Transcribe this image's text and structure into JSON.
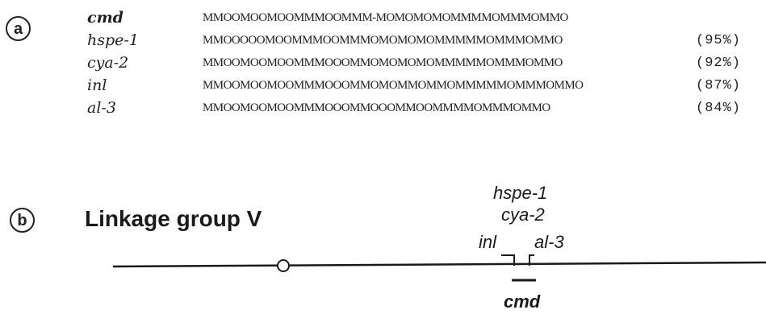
{
  "panel_a": {
    "label": "a",
    "rows": [
      {
        "gene": "cmd",
        "sequence": "MMOOMOOMOOMMMOOMMM-MOMOMOMOMMMMOMMMOMMO",
        "percent": ""
      },
      {
        "gene": "hspe-1",
        "sequence": "MMOOOOOMOOMMMOOMMMOMOMOMOMMMMMOMMMOMMO",
        "percent": "(95%)"
      },
      {
        "gene": "cya-2",
        "sequence": "MMOOMOOMOOMMMOOOMMOMOMOMOMMMMMOMMMOMMO",
        "percent": "(92%)"
      },
      {
        "gene": "inl",
        "sequence": "MMOOMOOMOOMMMOOOMMOMOMMOMMOMMMMMOMMMOMMO",
        "percent": "(87%)"
      },
      {
        "gene": "al-3",
        "sequence": "MMOOMOOMOOMMMOOOMMOOOMMOOMMMMOMMMOMMO",
        "percent": "(84%)"
      }
    ]
  },
  "panel_b": {
    "label": "b",
    "title": "Linkage group V",
    "labels": {
      "hspe_1": "hspe-1",
      "cya_2": "cya-2",
      "inl": "inl",
      "al_3": "al-3",
      "cmd": "cmd"
    }
  },
  "colors": {
    "ink": "#1a1a1a",
    "background": "#ffffff"
  }
}
